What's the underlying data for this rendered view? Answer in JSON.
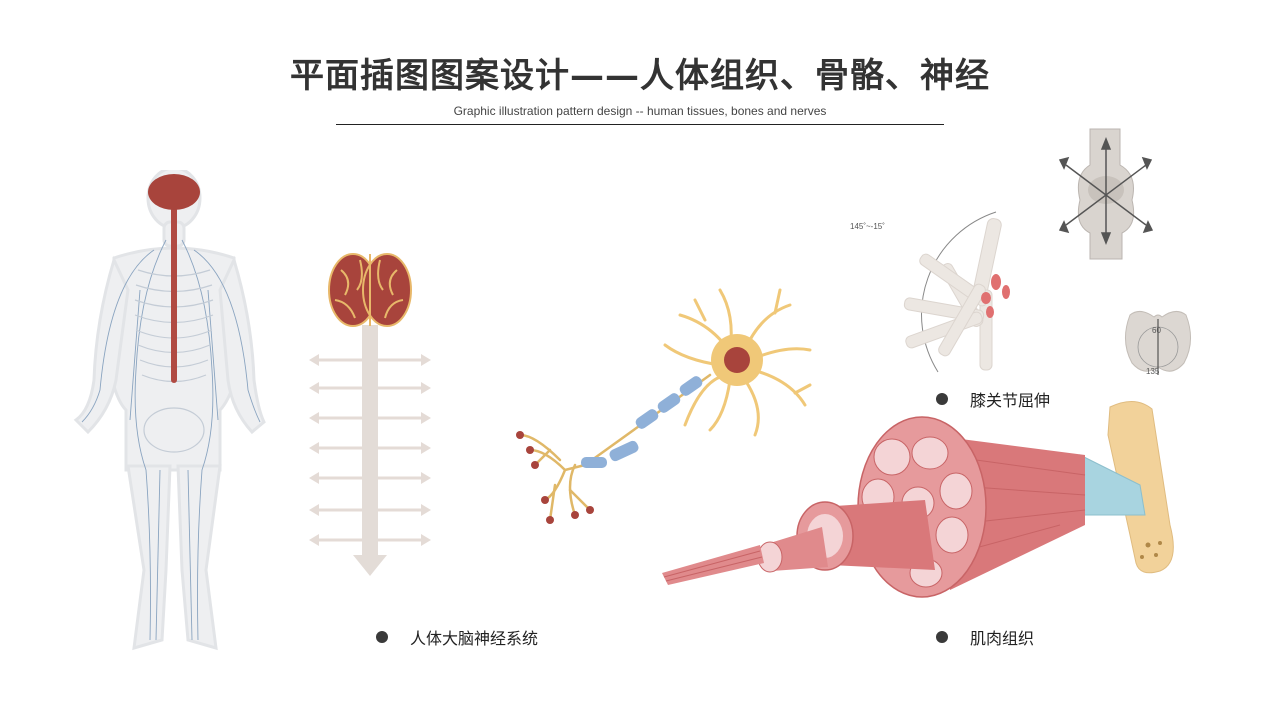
{
  "header": {
    "title": "平面插图图案设计——人体组织、骨骼、神经",
    "subtitle": "Graphic illustration pattern design -- human tissues, bones and nerves"
  },
  "captions": {
    "nervous_system": "人体大脑神经系统",
    "knee": "膝关节屈伸",
    "muscle": "肌肉组织"
  },
  "annotations": {
    "knee_range": "145˚~-15˚",
    "patella_angle_top": "60",
    "patella_angle_bottom": "135"
  },
  "colors": {
    "brain": "#a8443c",
    "nerve": "#8aa4c0",
    "neuron": "#f0c878",
    "muscle": "#d9787a",
    "tendon": "#a8d4e0",
    "bone": "#f2d29a"
  }
}
